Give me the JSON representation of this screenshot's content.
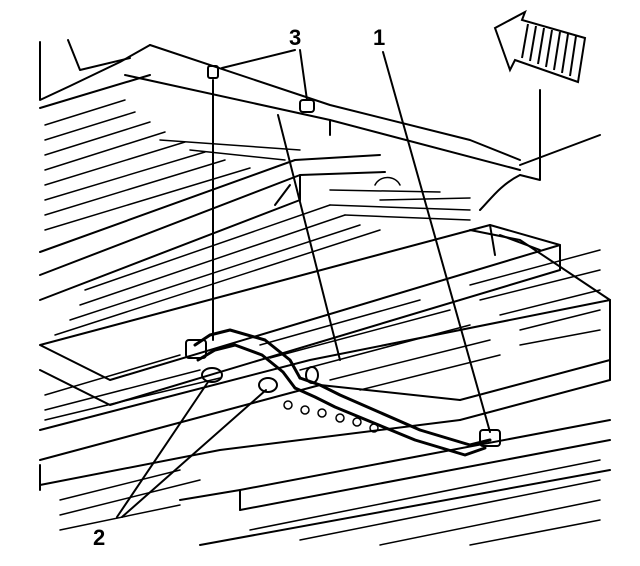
{
  "callouts": {
    "one": "1",
    "two": "2",
    "three": "3"
  },
  "colors": {
    "line": "#000000",
    "background": "#ffffff"
  },
  "icons": {
    "direction": "front-arrow-icon"
  }
}
